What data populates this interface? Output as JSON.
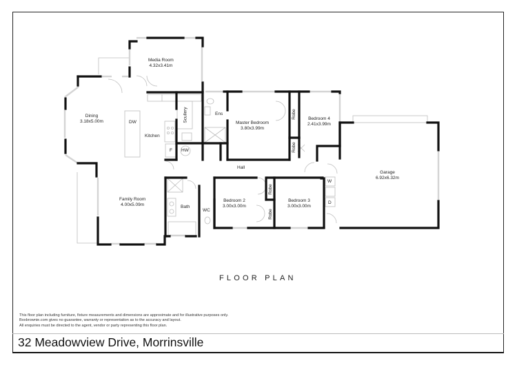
{
  "plan": {
    "heading": "FLOOR PLAN",
    "rooms": [
      {
        "id": "media",
        "name": "Media Room",
        "size": "4.32x3.41m"
      },
      {
        "id": "dining",
        "name": "Dining",
        "size": "3.18x5.00m"
      },
      {
        "id": "kitchen",
        "name": "Kitchen",
        "size": ""
      },
      {
        "id": "ens",
        "name": "Ens",
        "size": ""
      },
      {
        "id": "master",
        "name": "Master Bedroom",
        "size": "3.80x3.99m"
      },
      {
        "id": "bedroom4",
        "name": "Bedroom 4",
        "size": "2.41x3.99m"
      },
      {
        "id": "garage",
        "name": "Garage",
        "size": "6.92x6.32m"
      },
      {
        "id": "family",
        "name": "Family Room",
        "size": "4.00x5.09m"
      },
      {
        "id": "hall",
        "name": "Hall",
        "size": ""
      },
      {
        "id": "bath",
        "name": "Bath",
        "size": ""
      },
      {
        "id": "wc",
        "name": "WC",
        "size": ""
      },
      {
        "id": "bedroom2",
        "name": "Bedroom 2",
        "size": "3.00x3.00m"
      },
      {
        "id": "bedroom3",
        "name": "Bedroom 3",
        "size": "3.00x3.00m"
      }
    ],
    "fixtures": {
      "dw": "DW",
      "scullery": "Scullery",
      "fridge": "F",
      "hot_water": "HW",
      "robe": "Robe",
      "washer": "W",
      "dryer": "D"
    }
  },
  "disclaimer": {
    "line1": "This floor plan including furniture, fixture measurements and dimensions are approximate and for illustrative purposes only.",
    "line2": "Boxbrownie.com gives no guarantee, warranty or representation as to the accuracy and layout.",
    "line3": "All enquiries must be directed to the agent, vendor or party representing this floor plan."
  },
  "footer": {
    "address": "32 Meadowview Drive, Morrinsville"
  },
  "colors": {
    "wall": "#111111",
    "window": "#d8d8d8",
    "fixture_line": "#bbbbbb",
    "frame": "#222222"
  }
}
